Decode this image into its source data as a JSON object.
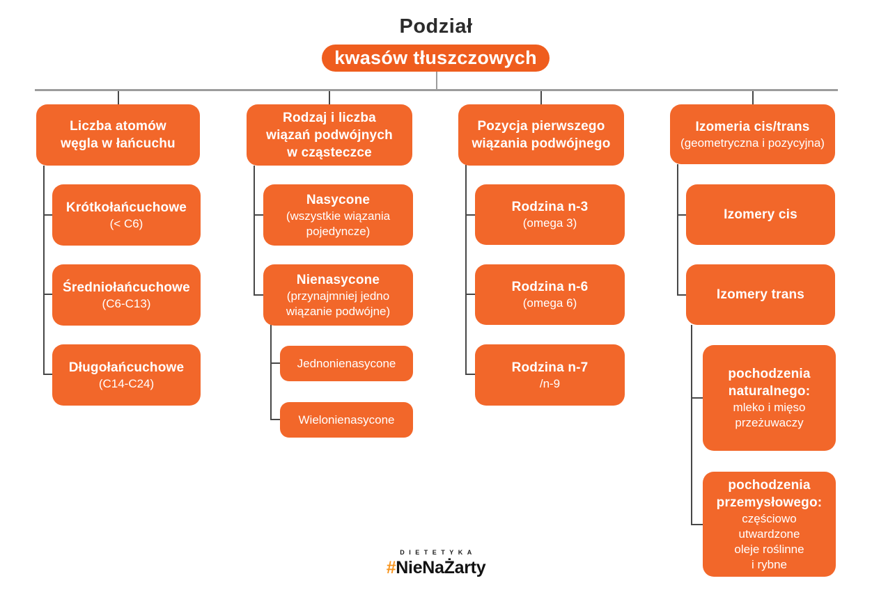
{
  "title": {
    "main": "Podział",
    "highlight": "kwasów tłuszczowych"
  },
  "columns": [
    {
      "header": {
        "bold": [
          "Liczba atomów",
          "węgla w łańcuchu"
        ],
        "normal": []
      },
      "children": [
        {
          "bold": [
            "Krótkołańcuchowe"
          ],
          "normal": [
            "(< C6)"
          ]
        },
        {
          "bold": [
            "Średniołańcuchowe"
          ],
          "normal": [
            "(C6-C13)"
          ]
        },
        {
          "bold": [
            "Długołańcuchowe"
          ],
          "normal": [
            "(C14-C24)"
          ]
        }
      ]
    },
    {
      "header": {
        "bold": [
          "Rodzaj i liczba",
          "wiązań podwójnych",
          "w cząsteczce"
        ],
        "normal": []
      },
      "children": [
        {
          "bold": [
            "Nasycone"
          ],
          "normal": [
            "(wszystkie wiązania",
            "pojedyncze)"
          ]
        },
        {
          "bold": [
            "Nienasycone"
          ],
          "normal": [
            "(przynajmniej jedno",
            "wiązanie podwójne)"
          ],
          "children": [
            {
              "bold": [],
              "normal": [
                "Jednonienasycone"
              ]
            },
            {
              "bold": [],
              "normal": [
                "Wielonienasycone"
              ]
            }
          ]
        }
      ]
    },
    {
      "header": {
        "bold": [
          "Pozycja pierwszego",
          "wiązania podwójnego"
        ],
        "normal": []
      },
      "children": [
        {
          "bold": [
            "Rodzina n-3"
          ],
          "normal": [
            "(omega 3)"
          ]
        },
        {
          "bold": [
            "Rodzina n-6"
          ],
          "normal": [
            "(omega 6)"
          ]
        },
        {
          "bold": [
            "Rodzina n-7"
          ],
          "normal": [
            "/n-9"
          ]
        }
      ]
    },
    {
      "header": {
        "bold": [
          "Izomeria cis/trans"
        ],
        "normal": [
          "(geometryczna i pozycyjna)"
        ]
      },
      "children": [
        {
          "bold": [
            "Izomery cis"
          ],
          "normal": []
        },
        {
          "bold": [
            "Izomery trans"
          ],
          "normal": [],
          "children": [
            {
              "bold": [
                "pochodzenia",
                "naturalnego:"
              ],
              "normal": [
                "mleko i mięso",
                "przeżuwaczy"
              ]
            },
            {
              "bold": [
                "pochodzenia",
                "przemysłowego:"
              ],
              "normal": [
                "częściowo",
                "utwardzone",
                "oleje roślinne",
                "i rybne"
              ]
            }
          ]
        }
      ]
    }
  ],
  "logo": {
    "subtitle": "DIETETYKA",
    "hash": "#",
    "name": "NieNaŻarty"
  },
  "colors": {
    "box_orange": "#F2672A",
    "pill_orange": "#EF5D1E",
    "line_gray": "#9C9C9C",
    "connector_dark": "#474747",
    "logo_hash_orange": "#F7941D",
    "text_dark": "#2B2B2B"
  }
}
